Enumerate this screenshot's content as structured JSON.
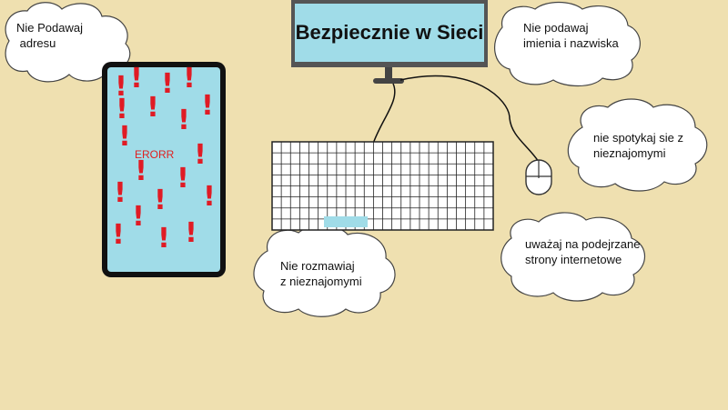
{
  "monitor": {
    "title": "Bezpiecznie w Sieci"
  },
  "phone": {
    "error_text": "ERORR",
    "exclamation_glyph": "!",
    "exclamation_color": "#E01B24"
  },
  "clouds": [
    {
      "id": "address",
      "text": "Nie Podawaj\n adresu"
    },
    {
      "id": "name",
      "text": "Nie podawaj\nimienia i nazwiska"
    },
    {
      "id": "meet",
      "text": "nie spotykaj sie z\nnieznajomymi"
    },
    {
      "id": "sites",
      "text": "uważaj na podejrzane\nstrony internetowe"
    },
    {
      "id": "talk",
      "text": "Nie rozmawiaj\nz nieznajomymi"
    }
  ],
  "colors": {
    "background": "#EFE0B0",
    "screen": "#A0DCE8",
    "cloud": "#FFFFFF",
    "outline": "#3A3A3A"
  }
}
